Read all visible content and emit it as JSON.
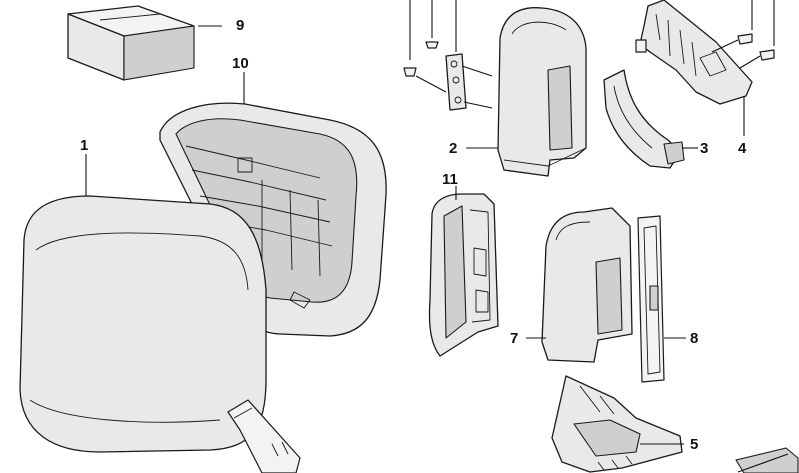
{
  "diagram": {
    "callouts": [
      {
        "id": "1",
        "label": "1"
      },
      {
        "id": "2",
        "label": "2"
      },
      {
        "id": "3",
        "label": "3"
      },
      {
        "id": "4",
        "label": "4"
      },
      {
        "id": "5",
        "label": "5"
      },
      {
        "id": "7",
        "label": "7"
      },
      {
        "id": "8",
        "label": "8"
      },
      {
        "id": "9",
        "label": "9"
      },
      {
        "id": "10",
        "label": "10"
      },
      {
        "id": "11",
        "label": "11"
      }
    ]
  }
}
